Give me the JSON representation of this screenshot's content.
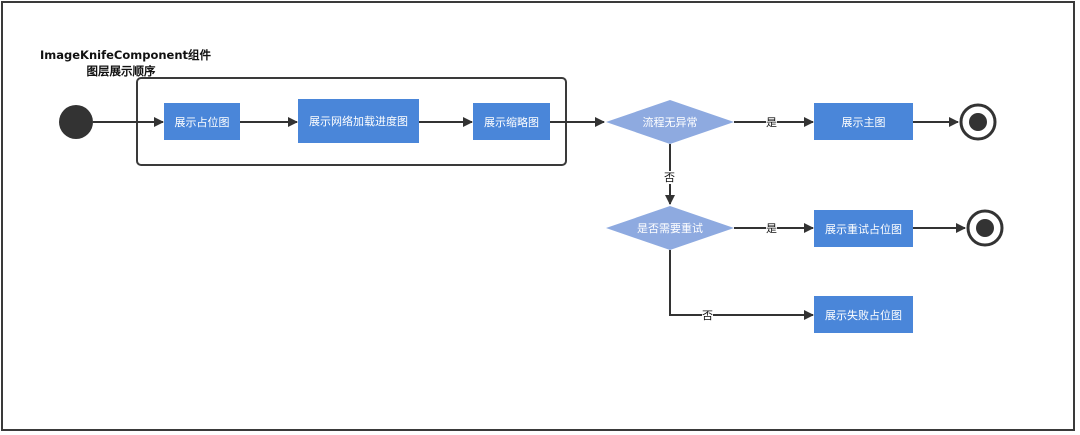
{
  "diagram": {
    "title_line1": "ImageKnifeComponent组件",
    "title_line2": "图层展示顺序",
    "nodes": {
      "placeholder": "展示占位图",
      "progress": "展示网络加载进度图",
      "thumbnail": "展示缩略图",
      "decision_ok": "流程无异常",
      "main_image": "展示主图",
      "decision_retry": "是否需要重试",
      "retry_placeholder": "展示重试占位图",
      "fail_placeholder": "展示失败占位图"
    },
    "edge_labels": {
      "yes_1": "是",
      "no_1": "否",
      "yes_2": "是",
      "no_2": "否"
    },
    "colors": {
      "box_fill": "#4a86d9",
      "diamond_fill": "#8eaae0",
      "line": "#333333",
      "start_node": "#333333"
    }
  }
}
